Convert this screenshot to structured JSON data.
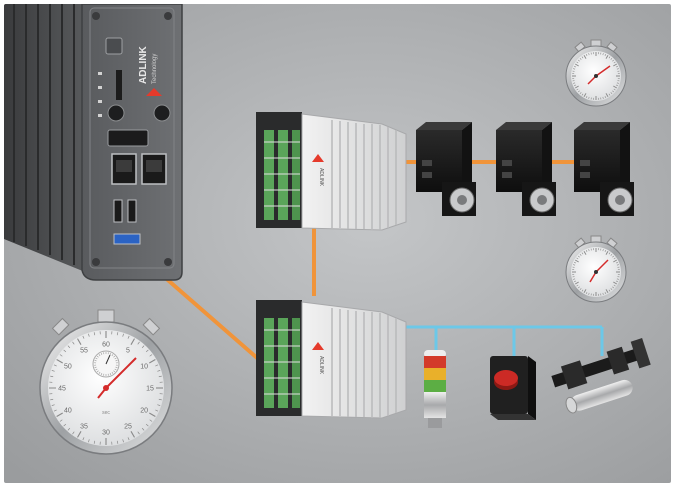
{
  "diagram": {
    "controller": {
      "brand_label": "ADLINK",
      "sub_label": "Technology"
    },
    "io_modules": [
      {
        "id": "upper",
        "logo": "ADLINK"
      },
      {
        "id": "lower",
        "logo": "ADLINK"
      }
    ],
    "stopwatch_large": {
      "numbers": [
        "60",
        "5",
        "10",
        "15",
        "20",
        "25",
        "30",
        "35",
        "40",
        "45",
        "50",
        "55"
      ],
      "sub_label": "sec"
    },
    "colors": {
      "background": "#a4a6a8",
      "ethercat_link": "#f0943a",
      "fieldbus_link": "#6cc8e8",
      "module_body": "#e6e6e6",
      "terminal_green": "#5aa55a",
      "servo_body": "#1c1c1c",
      "stack_light_red": "#d33a2a",
      "stack_light_amber": "#e9b02a",
      "stack_light_green": "#5cae44",
      "estop_red": "#cc2a25"
    },
    "icons": [
      "stopwatch-icon",
      "servo-motor-icon",
      "stack-light-icon",
      "emergency-stop-icon",
      "linear-sensor-icon"
    ]
  }
}
